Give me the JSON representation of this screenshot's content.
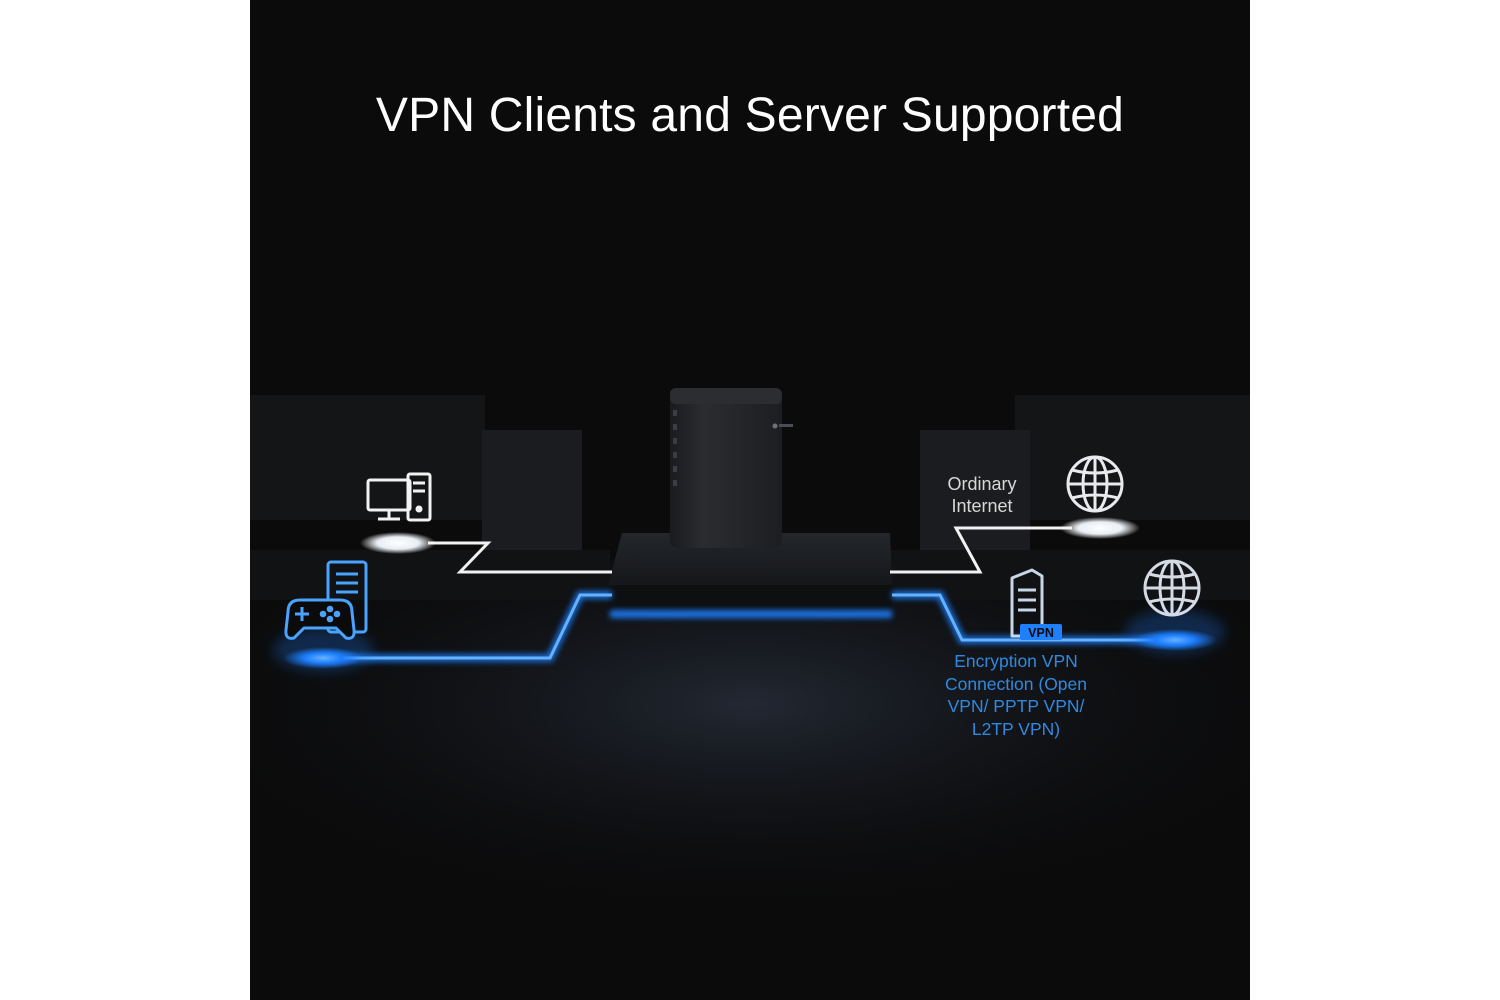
{
  "headline": "VPN Clients and Server Supported",
  "labels": {
    "ordinary_internet": "Ordinary Internet",
    "vpn_tag": "VPN",
    "encryption": "Encryption VPN Connection (Open VPN/ PPTP VPN/ L2TP VPN)"
  },
  "colors": {
    "background": "#0b0b0c",
    "white_link": "#f2f2f2",
    "vpn_blue": "#2e8ae0",
    "glow_blue": "#1e7fff"
  },
  "icons": [
    "desktop-computer-icon",
    "game-controller-icon",
    "router-device-icon",
    "globe-icon",
    "vpn-server-icon"
  ]
}
